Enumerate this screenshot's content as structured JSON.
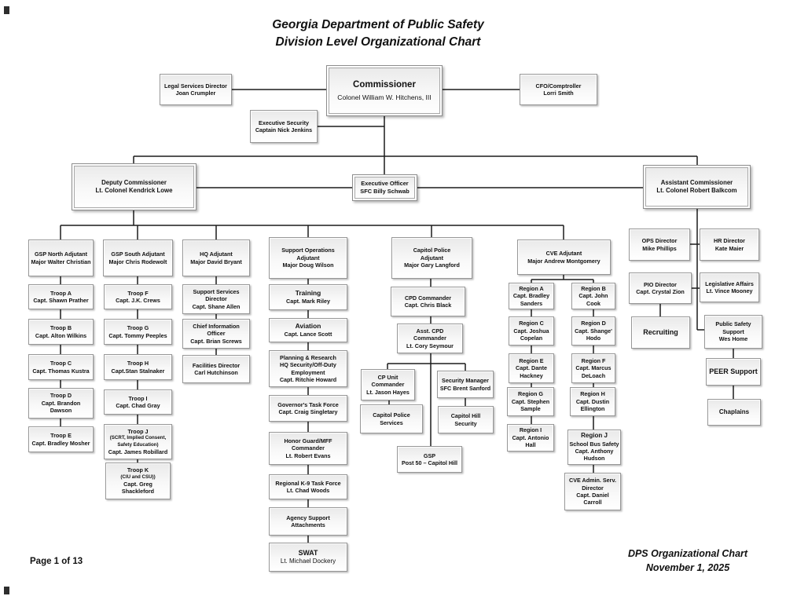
{
  "title": {
    "line1": "Georgia Department of Public Safety",
    "line2": "Division Level Organizational Chart"
  },
  "footer": {
    "page_label": "Page 1 of 13",
    "doc_label": "DPS Organizational Chart",
    "date_label": "November 1, 2025"
  },
  "boxes": {
    "legal_services": {
      "lines": [
        "Legal Services Director",
        "Joan Crumpler"
      ]
    },
    "commissioner": {
      "lines": [
        "Commissioner",
        "Colonel William W. Hitchens, III"
      ]
    },
    "cfo": {
      "lines": [
        "CFO/Comptroller",
        "Lorri Smith"
      ]
    },
    "exec_security": {
      "lines": [
        "Executive Security",
        "Captain Nick Jenkins"
      ]
    },
    "deputy_commissioner": {
      "lines": [
        "Deputy Commissioner",
        "Lt. Colonel Kendrick Lowe"
      ]
    },
    "executive_officer": {
      "lines": [
        "Executive Officer",
        "SFC Billy Schwab"
      ]
    },
    "assistant_commissioner": {
      "lines": [
        "Assistant Commissioner",
        "Lt. Colonel Robert Balkcom"
      ]
    },
    "gsp_north_adjutant": {
      "lines": [
        "GSP North Adjutant",
        "Major Walter Christian"
      ]
    },
    "gsp_south_adjutant": {
      "lines": [
        "GSP South Adjutant",
        "Major Chris Rodewolt"
      ]
    },
    "hq_adjutant": {
      "lines": [
        "HQ Adjutant",
        "Major David Bryant"
      ]
    },
    "support_ops_adjutant": {
      "lines": [
        "Support Operations",
        "Adjutant",
        "Major Doug Wilson"
      ]
    },
    "capitol_police_adjutant": {
      "lines": [
        "Capitol Police",
        "Adjutant",
        "Major Gary Langford"
      ]
    },
    "cve_adjutant": {
      "lines": [
        "CVE Adjutant",
        "Major Andrew Montgomery"
      ]
    },
    "ops_director": {
      "lines": [
        "OPS Director",
        "Mike Phillips"
      ]
    },
    "hr_director": {
      "lines": [
        "HR Director",
        "Kate Maier"
      ]
    },
    "pio_director": {
      "lines": [
        "PIO Director",
        "Capt. Crystal Zion"
      ]
    },
    "legislative_affairs": {
      "lines": [
        "Legislative Affairs",
        "Lt. Vince Mooney"
      ]
    },
    "recruiting": {
      "lines": [
        "Recruiting"
      ]
    },
    "public_safety_support": {
      "lines": [
        "Public Safety",
        "Support",
        "Wes Home"
      ]
    },
    "peer_support": {
      "lines": [
        "PEER Support"
      ]
    },
    "chaplains": {
      "lines": [
        "Chaplains"
      ]
    },
    "troop_a": {
      "lines": [
        "Troop A",
        "Capt. Shawn Prather"
      ]
    },
    "troop_b": {
      "lines": [
        "Troop B",
        "Capt. Alton Wilkins"
      ]
    },
    "troop_c": {
      "lines": [
        "Troop C",
        "Capt. Thomas Kustra"
      ]
    },
    "troop_d": {
      "lines": [
        "Troop D",
        "Capt. Brandon",
        "Dawson"
      ]
    },
    "troop_e": {
      "lines": [
        "Troop E",
        "Capt. Bradley Mosher"
      ]
    },
    "troop_f": {
      "lines": [
        "Troop F",
        "Capt. J.K. Crews"
      ]
    },
    "troop_g": {
      "lines": [
        "Troop G",
        "Capt. Tommy Peeples"
      ]
    },
    "troop_h": {
      "lines": [
        "Troop H",
        "Capt.Stan Stalnaker"
      ]
    },
    "troop_i": {
      "lines": [
        "Troop I",
        "Capt. Chad Gray"
      ]
    },
    "troop_j": {
      "lines": [
        "Troop J",
        "(SCRT, Implied Consent,",
        "Safety Education)",
        "Capt. James Robillard"
      ]
    },
    "troop_k": {
      "lines": [
        "Troop K",
        "(CIU and CSU))",
        "Capt. Greg",
        "Shackleford"
      ]
    },
    "support_services_director": {
      "lines": [
        "Support Services",
        "Director",
        "Capt. Shane Allen"
      ]
    },
    "chief_information_officer": {
      "lines": [
        "Chief Information",
        "Officer",
        "Capt. Brian Screws"
      ]
    },
    "facilities_director": {
      "lines": [
        "Facilities Director",
        "Carl Hutchinson"
      ]
    },
    "training": {
      "lines": [
        "Training",
        "Capt. Mark Riley"
      ]
    },
    "aviation": {
      "lines": [
        "Aviation",
        "Capt. Lance Scott"
      ]
    },
    "planning_research": {
      "lines": [
        "Planning & Research",
        "HQ Security/Off-Duty",
        "Employment",
        "Capt. Ritchie Howard"
      ]
    },
    "governors_task_force": {
      "lines": [
        "Governor's Task Force",
        "Capt. Craig Singletary"
      ]
    },
    "honor_guard": {
      "lines": [
        "Honor Guard/MFF",
        "Commander",
        "Lt. Robert Evans"
      ]
    },
    "k9_task_force": {
      "lines": [
        "Regional K-9 Task Force",
        "Lt. Chad Woods"
      ]
    },
    "agency_support": {
      "lines": [
        "Agency Support",
        "Attachments"
      ]
    },
    "swat": {
      "lines": [
        "SWAT",
        "Lt. Michael Dockery"
      ]
    },
    "cpd_commander": {
      "lines": [
        "CPD Commander",
        "Capt. Chris Black"
      ]
    },
    "asst_cpd_commander": {
      "lines": [
        "Asst. CPD",
        "Commander",
        "Lt. Cory Seymour"
      ]
    },
    "cp_unit_commander": {
      "lines": [
        "CP Unit",
        "Commander",
        "Lt. Jason Hayes"
      ]
    },
    "security_manager": {
      "lines": [
        "Security Manager",
        "SFC Brent Sanford"
      ]
    },
    "capitol_police_services": {
      "lines": [
        "Capitol Police",
        "Services"
      ]
    },
    "capitol_hill_security": {
      "lines": [
        "Capitol Hill",
        "Security"
      ]
    },
    "gsp_post_50": {
      "lines": [
        "GSP",
        "Post 50 – Capitol Hill"
      ]
    },
    "region_a": {
      "lines": [
        "Region A",
        "Capt. Bradley",
        "Sanders"
      ]
    },
    "region_b": {
      "lines": [
        "Region B",
        "Capt. John",
        "Cook"
      ]
    },
    "region_c": {
      "lines": [
        "Region C",
        "Capt. Joshua",
        "Copelan"
      ]
    },
    "region_d": {
      "lines": [
        "Region D",
        "Capt. Shange'",
        "Hodo"
      ]
    },
    "region_e": {
      "lines": [
        "Region E",
        "Capt. Dante",
        "Hackney"
      ]
    },
    "region_f": {
      "lines": [
        "Region F",
        "Capt. Marcus",
        "DeLoach"
      ]
    },
    "region_g": {
      "lines": [
        "Region G",
        "Capt. Stephen",
        "Sample"
      ]
    },
    "region_h": {
      "lines": [
        "Region H",
        "Capt. Dustin",
        "Ellington"
      ]
    },
    "region_i": {
      "lines": [
        "Region I",
        "Capt. Antonio",
        "Hall"
      ]
    },
    "region_j": {
      "lines": [
        "Region J",
        "School Bus Safety",
        "Capt. Anthony",
        "Hudson"
      ]
    },
    "cve_admin": {
      "lines": [
        "CVE Admin. Serv.",
        "Director",
        "Capt. Daniel",
        "Carroll"
      ]
    }
  }
}
